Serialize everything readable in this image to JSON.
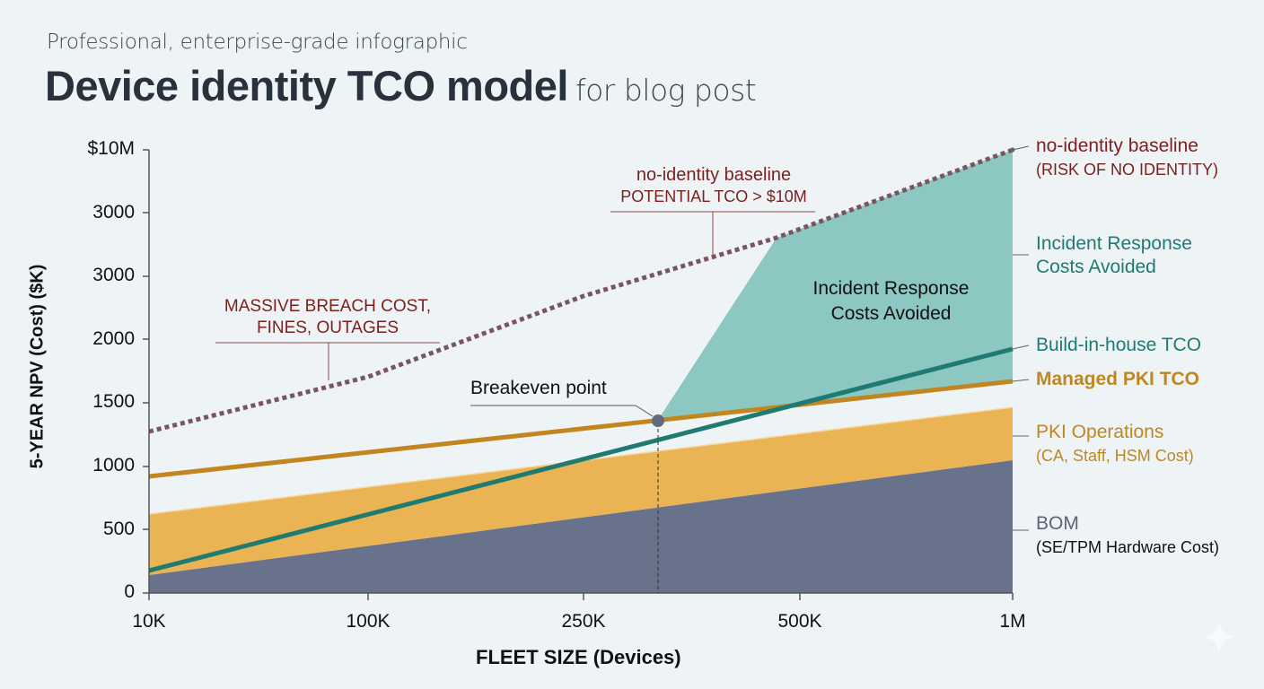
{
  "header": {
    "subtitle": "Professional, enterprise-grade infographic",
    "title": "Device identity TCO model",
    "title_suffix": "for blog post"
  },
  "axes": {
    "y_label": "5-YEAR NPV (Cost) ($K)",
    "y_ticks": [
      "$10M",
      "3000",
      "3000",
      "2000",
      "1500",
      "1000",
      "500",
      "0"
    ],
    "x_label": "FLEET SIZE (Devices)",
    "x_ticks": [
      "10K",
      "100K",
      "250K",
      "500K",
      "1M"
    ]
  },
  "annotations": {
    "breach_line1": "MASSIVE BREACH COST,",
    "breach_line2": "FINES, OUTAGES",
    "baseline_line1": "no-identity baseline",
    "baseline_line2": "POTENTIAL TCO > $10M",
    "breakeven": "Breakeven point",
    "area_line1": "Incident Response",
    "area_line2": "Costs Avoided"
  },
  "legend": {
    "baseline": {
      "label": "no-identity baseline",
      "sub": "(RISK OF NO IDENTITY)",
      "color": "#7b1f1f"
    },
    "incident": {
      "label1": "Incident Response",
      "label2": "Costs Avoided",
      "color": "#1f7a72"
    },
    "build": {
      "label": "Build-in-house TCO",
      "color": "#1f7a72"
    },
    "managed": {
      "label": "Managed PKI TCO",
      "color": "#c1861f"
    },
    "pki_ops": {
      "label": "PKI Operations",
      "sub": "(CA, Staff, HSM Cost)",
      "color": "#c1861f"
    },
    "bom": {
      "label": "BOM",
      "sub": "(SE/TPM Hardware Cost)",
      "color": "#5b6478"
    }
  },
  "colors": {
    "background": "#eef3f6",
    "bom": "#68728a",
    "pki_ops": "#eab354",
    "managed": "#c1861f",
    "build": "#1f7a72",
    "incident_area": "#8cc7c2",
    "baseline": "#7a5560"
  },
  "chart_data": {
    "type": "area",
    "title": "Device identity TCO model",
    "subtitle": "Professional, enterprise-grade infographic",
    "xlabel": "FLEET SIZE (Devices)",
    "ylabel": "5-YEAR NPV (Cost) ($K)",
    "categories": [
      "10K",
      "100K",
      "250K",
      "500K",
      "1M"
    ],
    "y_tick_labels": [
      "0",
      "500",
      "1000",
      "1500",
      "2000",
      "3000",
      "3000",
      "$10M"
    ],
    "series": [
      {
        "name": "BOM (SE/TPM Hardware Cost)",
        "kind": "stacked-area",
        "values": [
          140,
          340,
          550,
          760,
          1050
        ]
      },
      {
        "name": "PKI Operations (CA, Staff, HSM Cost)",
        "kind": "stacked-area-top",
        "values": [
          620,
          800,
          980,
          1150,
          1460
        ]
      },
      {
        "name": "Managed PKI TCO",
        "kind": "line",
        "values": [
          920,
          1100,
          1270,
          1450,
          1670
        ]
      },
      {
        "name": "Build-in-house TCO",
        "kind": "line",
        "values": [
          170,
          640,
          1110,
          1500,
          1920
        ]
      },
      {
        "name": "no-identity baseline",
        "kind": "dotted-line",
        "values": [
          1270,
          1700,
          2330,
          2800,
          3500
        ]
      },
      {
        "name": "Incident Response Costs Avoided",
        "kind": "shaded-area",
        "note": "between Managed PKI TCO and no-identity baseline, right of breakeven"
      }
    ],
    "annotations": [
      "Breakeven point (~330K devices, ~1350)",
      "MASSIVE BREACH COST, FINES, OUTAGES",
      "no-identity baseline POTENTIAL TCO > $10M"
    ],
    "grid": false,
    "legend_position": "right"
  }
}
